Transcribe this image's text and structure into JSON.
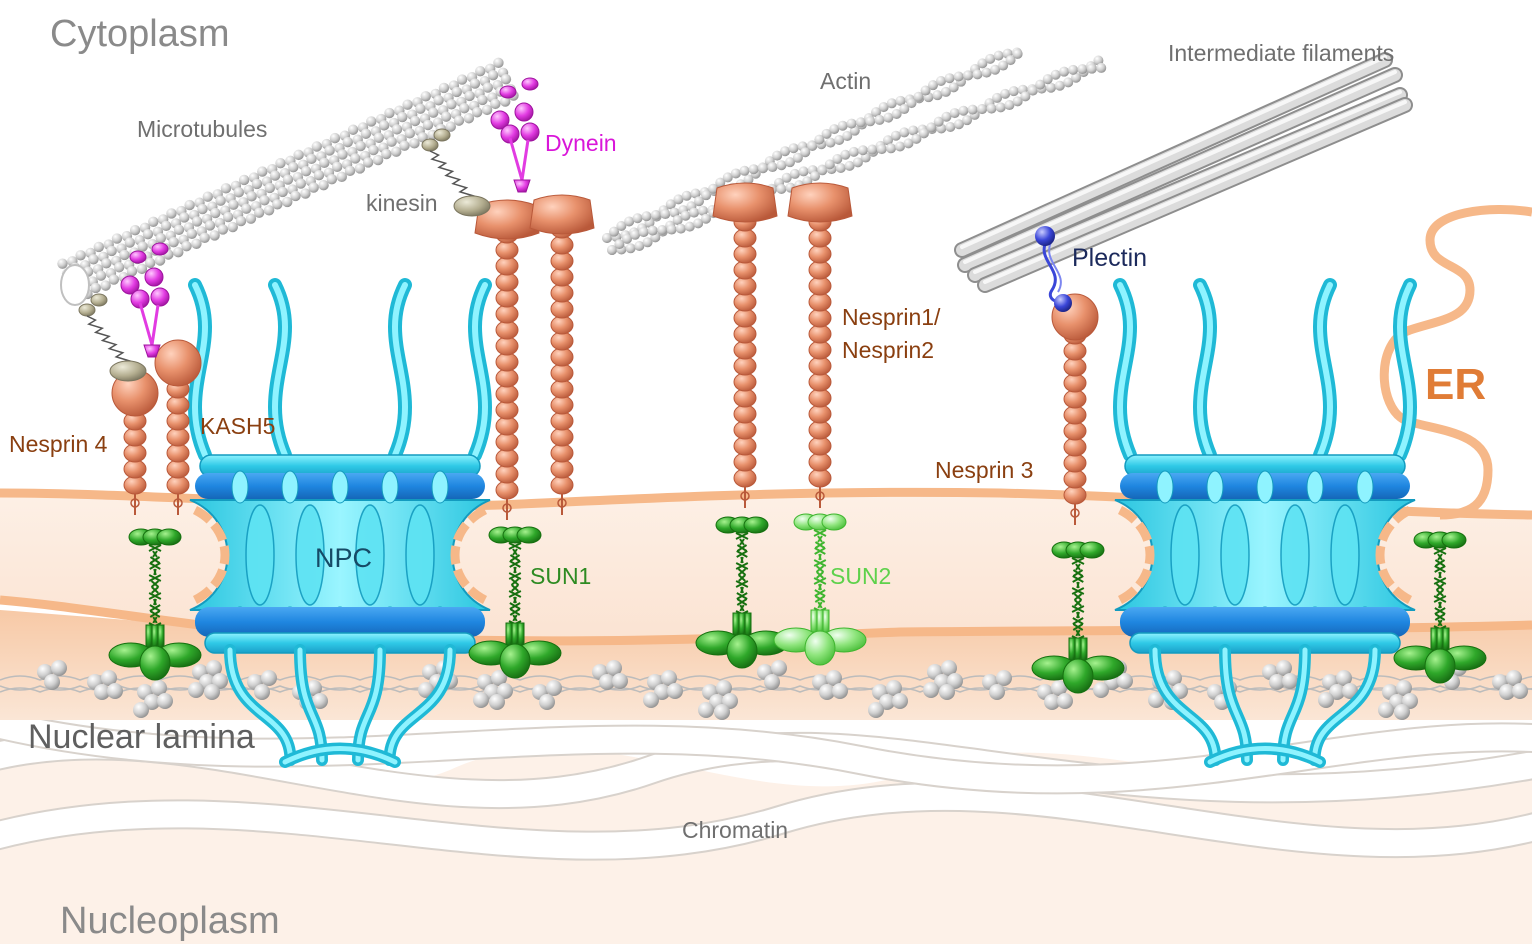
{
  "regions": {
    "cytoplasm": "Cytoplasm",
    "nuclear_lamina": "Nuclear lamina",
    "nucleoplasm": "Nucleoplasm"
  },
  "labels": {
    "microtubules": "Microtubules",
    "actin": "Actin",
    "intermediate_filaments": "Intermediate filaments",
    "kinesin": "kinesin",
    "dynein": "Dynein",
    "plectin": "Plectin",
    "nesprin4": "Nesprin 4",
    "kash5": "KASH5",
    "nesprin12_line1": "Nesprin1/",
    "nesprin12_line2": "Nesprin2",
    "nesprin3": "Nesprin 3",
    "npc": "NPC",
    "sun1": "SUN1",
    "sun2": "SUN2",
    "er": "ER",
    "chromatin": "Chromatin"
  },
  "colors": {
    "nesprin": "#e8916c",
    "sun1": "#2fa82a",
    "sun2": "#7fe06a",
    "npc": "#37d6ea",
    "npc_dark": "#1f86e0",
    "membrane": "#f6b889",
    "dynein": "#e23be2",
    "kinesin": "#b3ad8f",
    "plectin": "#3a46d8",
    "filament": "#c4c4c4",
    "lamina_band": "#f8dcc4"
  },
  "icons": [
    "microtubule-filament",
    "actin-filament",
    "intermediate-filament-bundle",
    "nuclear-pore-complex",
    "sun-trimer",
    "nesprin-chain",
    "dynein-motor",
    "kinesin-motor",
    "plectin-linker",
    "lamin-cluster",
    "chromatin-fiber",
    "er-membrane"
  ]
}
